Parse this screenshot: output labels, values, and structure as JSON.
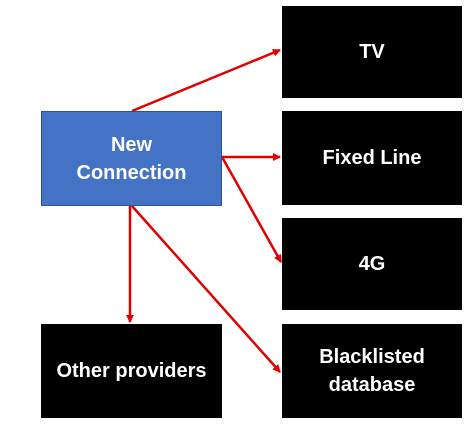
{
  "diagram": {
    "colors": {
      "source_fill": "#4472c4",
      "source_border": "#2f528f",
      "target_fill": "#000000",
      "text": "#ffffff",
      "arrow": "#e00000"
    },
    "source": {
      "label_line1": "New",
      "label_line2": "Connection"
    },
    "targets": {
      "tv": "TV",
      "fixed_line": "Fixed Line",
      "four_g": "4G",
      "blacklisted_line1": "Blacklisted",
      "blacklisted_line2": "database",
      "other_providers": "Other providers"
    }
  }
}
